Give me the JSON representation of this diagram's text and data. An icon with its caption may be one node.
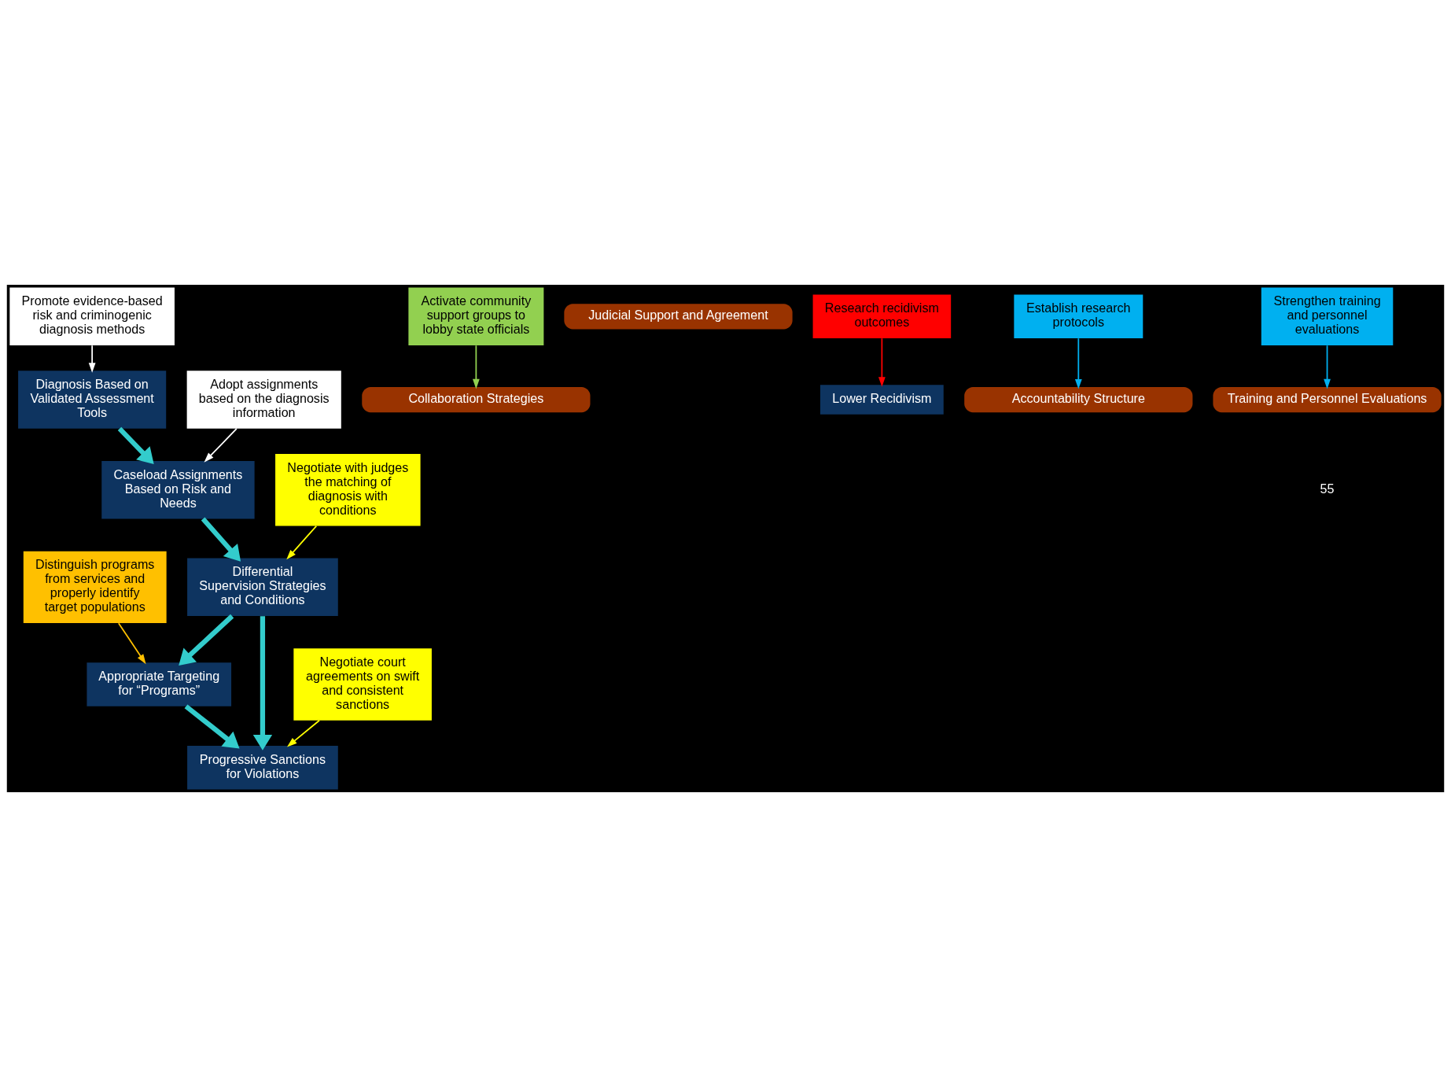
{
  "diagram": {
    "nodes": [
      {
        "text": [
          "Promote evidence-based risk and criminogenic diagnosis methods"
        ]
      },
      {
        "text": [
          "Adopt assignments based on the diagnosis information"
        ]
      },
      {
        "text": [
          "Activate community support groups to lobby state officials"
        ]
      },
      {
        "text": [
          "Collaboration Strategies"
        ]
      },
      {
        "text": [
          "Negotiate with judges the matching of diagnosis with conditions"
        ]
      },
      {
        "text": [
          "Judicial Support and Agreement"
        ]
      },
      {
        "text": [
          "Caseload Assignments Based on Risk and Needs"
        ]
      },
      {
        "text": [
          "Differential Supervision Strategies and Conditions"
        ]
      },
      {
        "text": [
          "Negotiate court agreements on swift and consistent sanctions"
        ]
      },
      {
        "text": [
          "Appropriate Targeting for “Programs”"
        ]
      },
      {
        "text": [
          "Lower Recidivism"
        ]
      },
      {
        "text": [
          "Diagnosis Based on Validated Assessment Tools"
        ]
      },
      {
        "text": [
          "Progressive Sanctions for Violations"
        ]
      },
      {
        "text": [
          "Research recidivism outcomes"
        ]
      },
      {
        "text": [
          "Establish research protocols"
        ]
      },
      {
        "text": [
          "Distinguish programs from services and properly identify target populations"
        ]
      },
      {
        "text": [
          "Accountability Structure"
        ]
      },
      {
        "text": [
          "Strengthen training and personnel evaluations"
        ]
      },
      {
        "text": [
          "Training and Personnel Evaluations"
        ]
      }
    ],
    "edges": [
      {
        "from": 0,
        "to": 11,
        "arrow": "to",
        "color": "#ffffff"
      },
      {
        "from": 1,
        "to": 6,
        "arrow": "to",
        "color": "#ffffff"
      },
      {
        "from": 2,
        "to": 3,
        "arrow": "to",
        "color": "#92d050"
      },
      {
        "from": 4,
        "to": 7,
        "arrow": "to",
        "color": "#ffff00"
      },
      {
        "from": 8,
        "to": 12,
        "arrow": "to",
        "color": "#ffff00"
      },
      {
        "from": 15,
        "to": 9,
        "arrow": "to",
        "color": "#ffc000"
      },
      {
        "from": 13,
        "to": 10,
        "arrow": "to",
        "color": "#ff0000"
      },
      {
        "from": 14,
        "to": 16,
        "arrow": "to",
        "color": "#00b0f0"
      },
      {
        "from": 17,
        "to": 18,
        "arrow": "to",
        "color": "#00b0f0"
      },
      {
        "from": 11,
        "to": 6,
        "arrow": "to",
        "style": "thick",
        "color": "#33cccc"
      },
      {
        "from": 6,
        "to": 7,
        "arrow": "to",
        "style": "thick",
        "color": "#33cccc"
      },
      {
        "from": 7,
        "to": 9,
        "arrow": "to",
        "style": "thick",
        "color": "#33cccc"
      },
      {
        "from": 7,
        "to": 12,
        "arrow": "to",
        "style": "thick",
        "color": "#33cccc"
      },
      {
        "from": 9,
        "to": 12,
        "arrow": "to",
        "style": "thick",
        "color": "#33cccc"
      }
    ],
    "labels": [
      "55"
    ]
  }
}
